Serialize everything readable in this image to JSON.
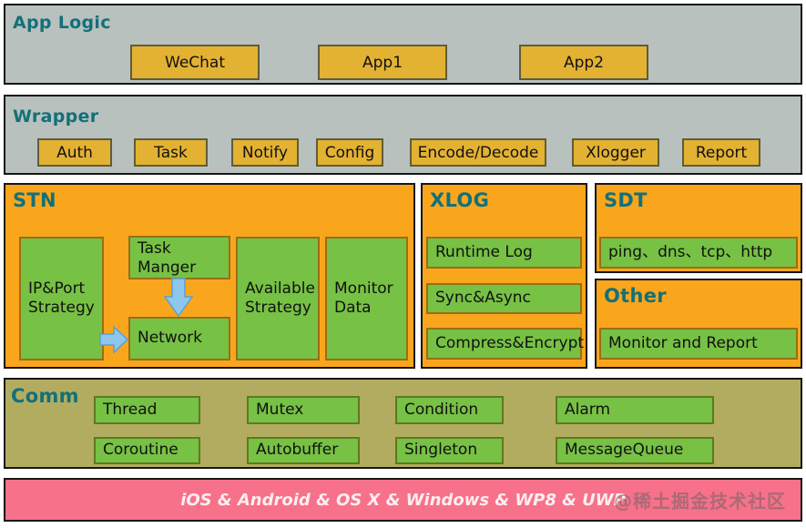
{
  "colors": {
    "section_gray": "#b8c1bd",
    "section_orange": "#f9a61d",
    "section_olive": "#b2ac60",
    "bar_pink": "#f7718a",
    "box_yellow": "#e3b232",
    "box_green": "#77c144",
    "title_teal": "#13707a",
    "arrow_blue_fill": "#8ec7ec",
    "arrow_blue_stroke": "#5a9fd4"
  },
  "app_logic": {
    "title": "App Logic",
    "boxes": [
      "WeChat",
      "App1",
      "App2"
    ]
  },
  "wrapper": {
    "title": "Wrapper",
    "boxes": [
      "Auth",
      "Task",
      "Notify",
      "Config",
      "Encode/Decode",
      "Xlogger",
      "Report"
    ]
  },
  "stn": {
    "title": "STN",
    "ip_port": "IP&Port Strategy",
    "task_manager": "Task Manger",
    "network": "Network",
    "available": "Available Strategy",
    "monitor": "Monitor Data"
  },
  "xlog": {
    "title": "XLOG",
    "boxes": [
      "Runtime Log",
      "Sync&Async",
      "Compress&Encrypt"
    ]
  },
  "sdt": {
    "title": "SDT",
    "box": "ping、dns、tcp、http"
  },
  "other": {
    "title": "Other",
    "box": "Monitor and Report"
  },
  "comm": {
    "title": "Comm",
    "boxes": [
      "Thread",
      "Mutex",
      "Condition",
      "Alarm",
      "Coroutine",
      "Autobuffer",
      "Singleton",
      "MessageQueue"
    ]
  },
  "platform_bar": {
    "label": "iOS & Android & OS X & Windows & WP8 & UWP",
    "watermark": "@稀土掘金技术社区"
  },
  "icons": {
    "down_arrow": "arrow-down-icon",
    "right_arrow": "arrow-right-icon"
  }
}
